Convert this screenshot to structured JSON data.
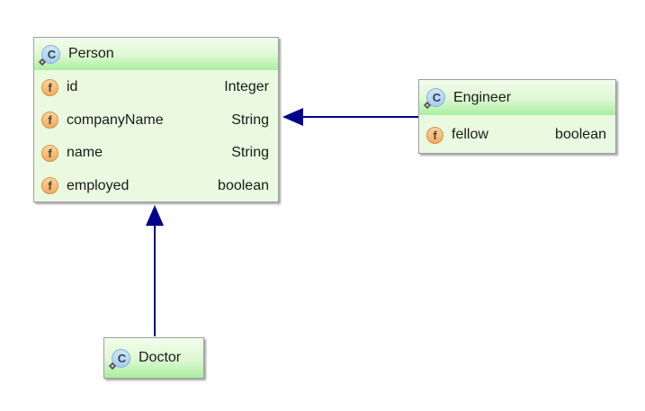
{
  "diagram": {
    "classes": [
      {
        "name": "Person",
        "fields": [
          {
            "name": "id",
            "type": "Integer"
          },
          {
            "name": "companyName",
            "type": "String"
          },
          {
            "name": "name",
            "type": "String"
          },
          {
            "name": "employed",
            "type": "boolean"
          }
        ]
      },
      {
        "name": "Engineer",
        "fields": [
          {
            "name": "fellow",
            "type": "boolean"
          }
        ]
      },
      {
        "name": "Doctor",
        "fields": []
      }
    ],
    "relations": [
      {
        "from": "Engineer",
        "to": "Person",
        "type": "inheritance"
      },
      {
        "from": "Doctor",
        "to": "Person",
        "type": "inheritance"
      }
    ],
    "icons": {
      "class_icon_letter": "C",
      "field_icon_letter": "f"
    },
    "colors": {
      "arrow": "#00008b",
      "header_gradient_top": "#f3fdec",
      "header_gradient_bottom": "#a9ef9f",
      "body_background": "#e9fae0",
      "box_border": "#a0a0a0",
      "class_icon_fill": "#b8d8f2",
      "field_icon_fill": "#f6bc72",
      "text": "#1a1a1a"
    }
  }
}
